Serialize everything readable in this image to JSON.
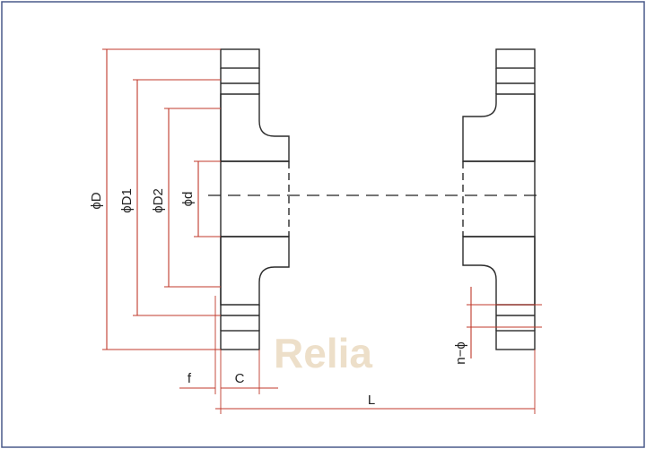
{
  "dimensions": {
    "D": "ϕD",
    "D1": "ϕD1",
    "D2": "ϕD2",
    "d": "ϕd",
    "f": "f",
    "C": "C",
    "L": "L",
    "holes": "n−ϕ"
  },
  "watermark": "Relia",
  "colors": {
    "outline": "#2b2b2b",
    "dimension": "#c0392b",
    "frame": "#4a5a8a"
  }
}
